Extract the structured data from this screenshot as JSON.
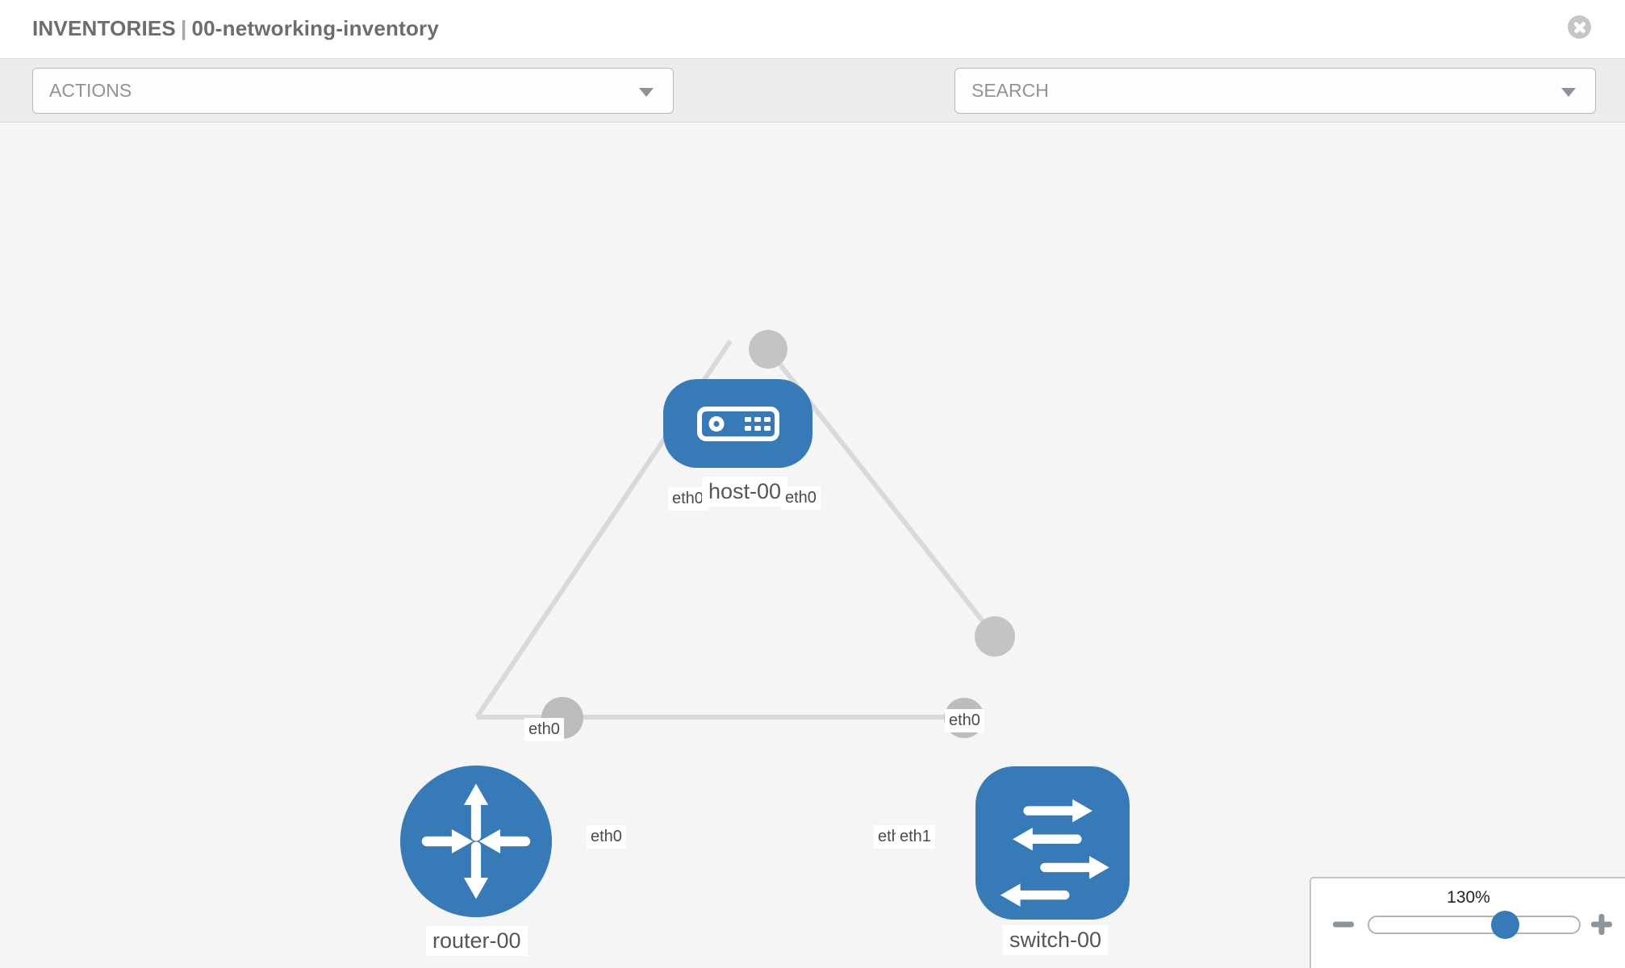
{
  "header": {
    "title_prefix": "INVENTORIES",
    "divider": "|",
    "inventory_name": "00-networking-inventory"
  },
  "toolbar": {
    "actions_label": "ACTIONS",
    "search_label": "SEARCH",
    "icons": [
      "wrench-icon",
      "key-icon"
    ]
  },
  "topology": {
    "nodes": {
      "host": {
        "label": "host-00",
        "type": "host"
      },
      "router": {
        "label": "router-00",
        "type": "router"
      },
      "switch": {
        "label": "switch-00",
        "type": "switch"
      }
    },
    "links": [
      {
        "from": "router-00",
        "to": "host-00",
        "from_if": "eth0",
        "to_if": "eth0"
      },
      {
        "from": "host-00",
        "to": "switch-00",
        "from_if": "eth0",
        "to_if": "eth0"
      },
      {
        "from": "router-00",
        "to": "switch-00",
        "from_if": "eth0",
        "to_if": "eth1"
      }
    ],
    "port_labels": {
      "host_left": "eth0",
      "host_right": "eth0",
      "router_host_link": "eth0",
      "switch_host_link": "eth0",
      "router_right": "eth0",
      "switch_left_eth0": "eth0",
      "switch_left_eth1": "eth1"
    }
  },
  "zoom_control": {
    "level": "130%",
    "minus": "minus",
    "plus": "plus"
  },
  "colors": {
    "node_blue": "#377ab8",
    "link_gray": "#d9d9d9",
    "interface_gray": "#c1c1c1",
    "toolbar_bg": "#ececec",
    "canvas_bg": "#f5f5f5"
  }
}
